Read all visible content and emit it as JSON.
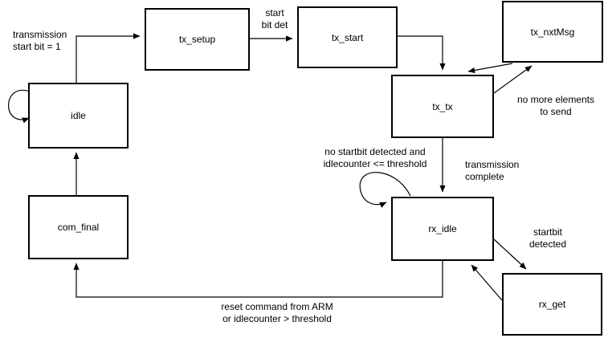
{
  "diagram": {
    "colors": {
      "line": "#000000",
      "background": "#ffffff"
    },
    "states": [
      {
        "id": "idle",
        "label": "idle"
      },
      {
        "id": "tx_setup",
        "label": "tx_setup"
      },
      {
        "id": "tx_start",
        "label": "tx_start"
      },
      {
        "id": "tx_nxtMsg",
        "label": "tx_nxtMsg"
      },
      {
        "id": "tx_tx",
        "label": "tx_tx"
      },
      {
        "id": "rx_idle",
        "label": "rx_idle"
      },
      {
        "id": "com_final",
        "label": "com_final"
      },
      {
        "id": "rx_get",
        "label": "rx_get"
      }
    ],
    "labels": {
      "transmission_start": {
        "line1": "transmission",
        "line2": "start bit = 1"
      },
      "start_bit_det": {
        "line1": "start",
        "line2": "bit det"
      },
      "no_more_elements": {
        "line1": "no more elements",
        "line2": "to send"
      },
      "no_startbit": {
        "line1": "no startbit detected and",
        "line2": "idlecounter <= threshold"
      },
      "transmission_complete": {
        "line1": "transmission",
        "line2": "complete"
      },
      "startbit_detected": {
        "line1": "startbit",
        "line2": "detected"
      },
      "reset_command": {
        "line1": "reset command from ARM",
        "line2": "or idlecounter > threshold"
      }
    },
    "transitions": [
      {
        "from": "idle",
        "to": "tx_setup",
        "label": "transmission start bit = 1"
      },
      {
        "from": "idle",
        "to": "idle",
        "label": ""
      },
      {
        "from": "tx_setup",
        "to": "tx_start",
        "label": "start bit det"
      },
      {
        "from": "tx_start",
        "to": "tx_tx",
        "label": ""
      },
      {
        "from": "tx_tx",
        "to": "tx_nxtMsg",
        "label": "no more elements to send"
      },
      {
        "from": "tx_nxtMsg",
        "to": "tx_tx",
        "label": ""
      },
      {
        "from": "tx_tx",
        "to": "rx_idle",
        "label": "transmission complete"
      },
      {
        "from": "rx_idle",
        "to": "rx_idle",
        "label": "no startbit detected and idlecounter <= threshold"
      },
      {
        "from": "rx_idle",
        "to": "rx_get",
        "label": "startbit detected"
      },
      {
        "from": "rx_get",
        "to": "rx_idle",
        "label": ""
      },
      {
        "from": "rx_idle",
        "to": "com_final",
        "label": "reset command from ARM or idlecounter > threshold"
      },
      {
        "from": "com_final",
        "to": "idle",
        "label": ""
      }
    ]
  }
}
